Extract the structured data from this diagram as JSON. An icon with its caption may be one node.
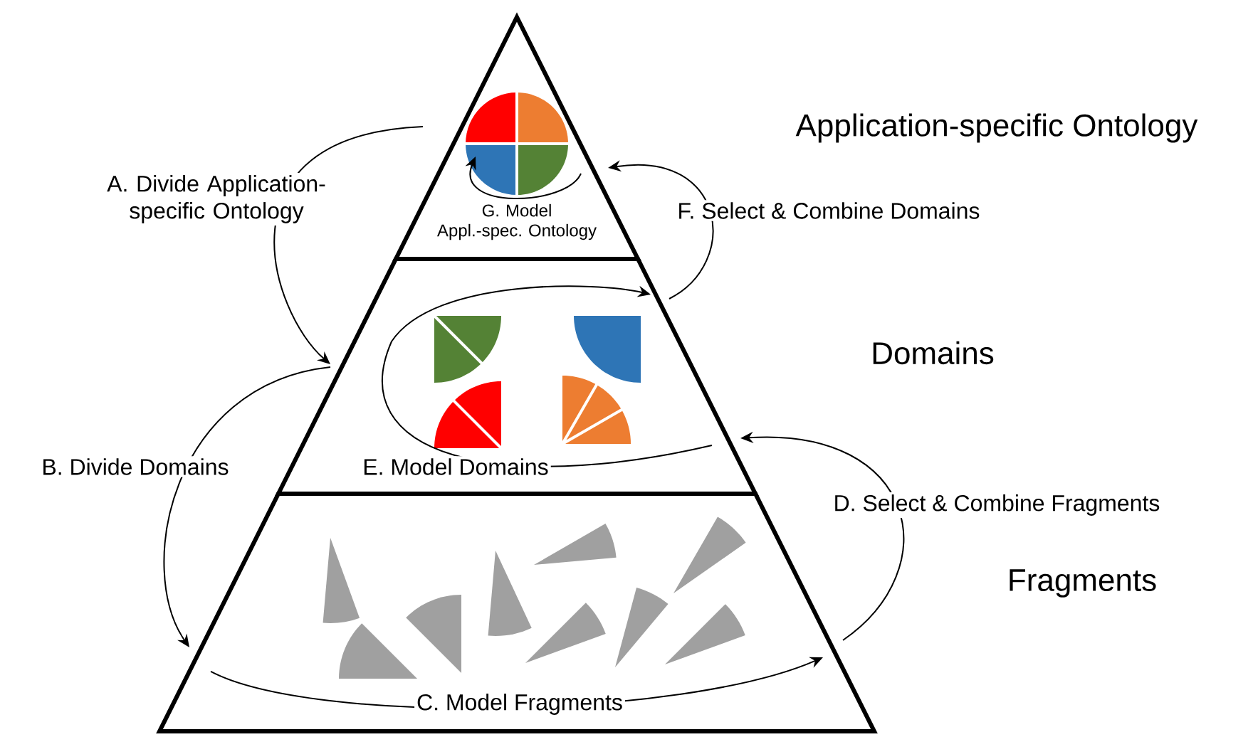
{
  "diagram": {
    "nodes": [
      {
        "text": [],
        "shape": "triangle"
      },
      {
        "text": [],
        "shape": "trapezoid"
      },
      {
        "text": [],
        "shape": "trapezoid"
      }
    ],
    "edges": [
      {
        "from": 0,
        "to": 1,
        "arrow": "to",
        "label": "A. Divide Application-specific Ontology"
      },
      {
        "from": 1,
        "to": 2,
        "arrow": "to",
        "label": "B. Divide Domains"
      },
      {
        "from": 2,
        "to": 2,
        "arrow": "to",
        "label": "C. Model Fragments"
      },
      {
        "from": 2,
        "to": 1,
        "arrow": "to",
        "label": "D. Select & Combine Fragments"
      },
      {
        "from": 1,
        "to": 1,
        "arrow": "to",
        "label": "E. Model Domains"
      },
      {
        "from": 1,
        "to": 0,
        "arrow": "to",
        "label": "F. Select & Combine Domains"
      },
      {
        "from": 0,
        "to": 0,
        "arrow": "to",
        "label": "G. Model Appl.-spec. Ontology"
      }
    ],
    "labels": [
      "Application-specific Ontology",
      "Domains",
      "Fragments"
    ]
  }
}
